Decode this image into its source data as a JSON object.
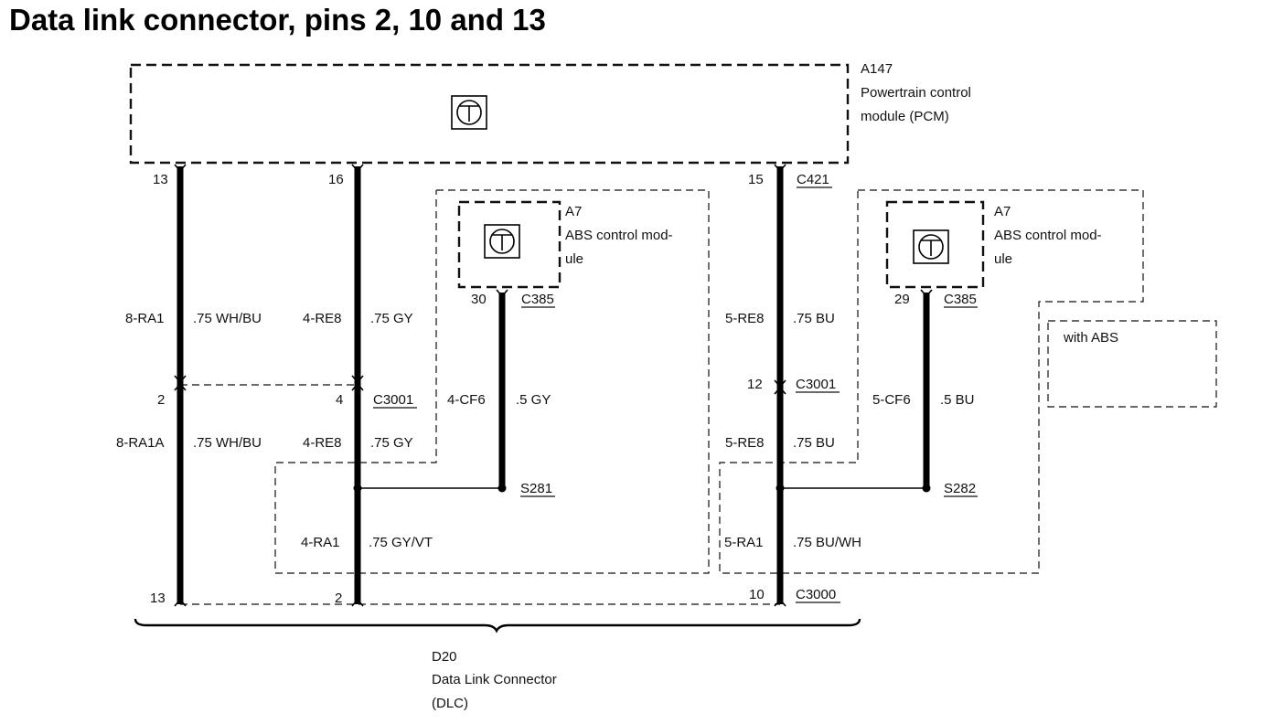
{
  "title": "Data link connector, pins 2, 10 and 13",
  "pcm": {
    "id": "A147",
    "name_line1": "Powertrain control",
    "name_line2": "module (PCM)"
  },
  "abs_left": {
    "id": "A7",
    "name_line1": "ABS control mod-",
    "name_line2": "ule",
    "pin": "30",
    "connector": "C385"
  },
  "abs_right": {
    "id": "A7",
    "name_line1": "ABS control mod-",
    "name_line2": "ule",
    "pin": "29",
    "connector": "C385"
  },
  "with_abs": "with ABS",
  "pcm_pins": {
    "p13": "13",
    "p16": "16",
    "p15": "15",
    "c421": "C421"
  },
  "inline_pins": {
    "p2": "2",
    "p4": "4",
    "p12": "12",
    "c3001_a": "C3001",
    "c3001_b": "C3001"
  },
  "dlc_pins": {
    "p13": "13",
    "p2": "2",
    "p10": "10",
    "c3000": "C3000"
  },
  "wires": {
    "w1_upper_circuit": "8-RA1",
    "w1_upper_spec": ".75 WH/BU",
    "w1_lower_circuit": "8-RA1A",
    "w1_lower_spec": ".75 WH/BU",
    "w2_upper_circuit": "4-RE8",
    "w2_upper_spec": ".75 GY",
    "w2_lower_circuit": "4-RE8",
    "w2_lower_spec": ".75 GY",
    "w2_bottom_circuit": "4-RA1",
    "w2_bottom_spec": ".75 GY/VT",
    "w3_circuit": "4-CF6",
    "w3_spec": ".5 GY",
    "w4_upper_circuit": "5-RE8",
    "w4_upper_spec": ".75 BU",
    "w4_lower_circuit": "5-RE8",
    "w4_lower_spec": ".75 BU",
    "w4_bottom_circuit": "5-RA1",
    "w4_bottom_spec": ".75 BU/WH",
    "w5_circuit": "5-CF6",
    "w5_spec": ".5 BU"
  },
  "splices": {
    "s281": "S281",
    "s282": "S282"
  },
  "dlc": {
    "id": "D20",
    "name_line1": "Data Link Connector",
    "name_line2": "(DLC)"
  }
}
